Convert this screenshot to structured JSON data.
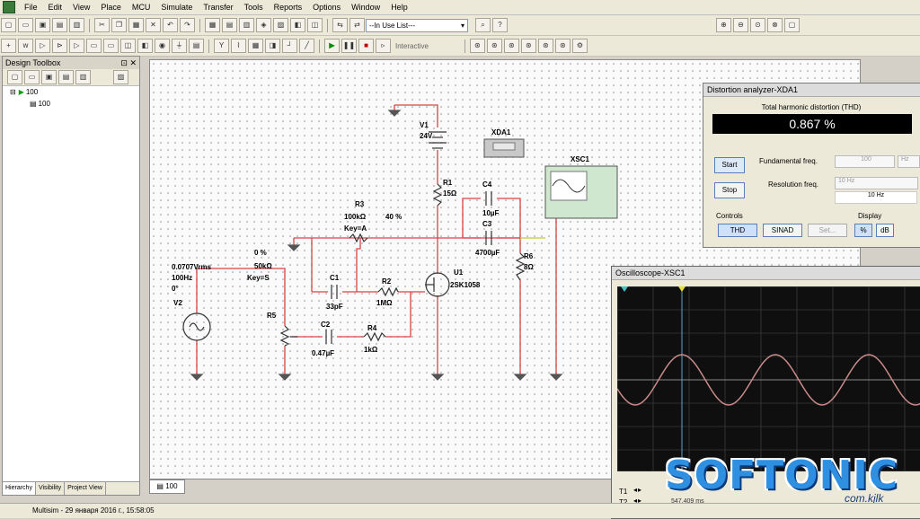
{
  "menu": [
    "File",
    "Edit",
    "View",
    "Place",
    "MCU",
    "Simulate",
    "Transfer",
    "Tools",
    "Reports",
    "Options",
    "Window",
    "Help"
  ],
  "toolbar": {
    "in_use_list": "--In Use List---",
    "interactive_label": "Interactive"
  },
  "toolbox": {
    "title": "Design Toolbox",
    "tree_root": "100",
    "tree_child": "100",
    "tabs": [
      "Hierarchy",
      "Visibility",
      "Project View"
    ]
  },
  "sheet_tab": "100",
  "status_text": "Multisim  -  29 января 2016 г., 15:58:05",
  "circuit": {
    "v1_name": "V1",
    "v1_value": "24V",
    "r1_name": "R1",
    "r1_value": "15Ω",
    "xda_name": "XDA1",
    "xsc_name": "XSC1",
    "c4_name": "C4",
    "c4_value": "10µF",
    "c3_name": "C3",
    "c3_value": "4700µF",
    "r6_name": "R6",
    "r6_value": "8Ω",
    "r3_name": "R3",
    "r3_value": "100kΩ",
    "r3_key": "Key=A",
    "r3_percent": "40 %",
    "r5_percent": "0 %",
    "r5_value": "50kΩ",
    "r5_key": "Key=S",
    "r5_name": "R5",
    "v2_amp": "0.0707Vrms",
    "v2_freq": "100Hz",
    "v2_phase": "0°",
    "v2_name": "V2",
    "c1_name": "C1",
    "c1_value": "33pF",
    "r2_name": "R2",
    "r2_value": "1MΩ",
    "u1_name": "U1",
    "u1_part": "2SK1058",
    "c2_name": "C2",
    "c2_value": "0.47µF",
    "r4_name": "R4",
    "r4_value": "1kΩ"
  },
  "distortion": {
    "title": "Distortion analyzer-XDA1",
    "thd_header": "Total harmonic distortion (THD)",
    "thd_value": "0.867 %",
    "start_label": "Start",
    "stop_label": "Stop",
    "fund_label": "Fundamental freq.",
    "fund_value": "100",
    "fund_unit": "Hz",
    "res_label": "Resolution freq.",
    "res_value": "10 Hz",
    "res_value2": "10 Hz",
    "controls_label": "Controls",
    "display_label": "Display",
    "thd_btn": "THD",
    "sinad_btn": "SINAD",
    "set_btn": "Set...",
    "pct_btn": "%",
    "db_btn": "dB"
  },
  "oscilloscope": {
    "title": "Oscilloscope-XSC1",
    "t1": "T1",
    "t2": "T2",
    "readout1": "547.409 ms"
  },
  "watermark": {
    "brand": "SOFTONIC",
    "sub": "com.kjlk"
  },
  "colors": {
    "wire": "#d64545",
    "trace": "#c98a8a",
    "scope_bg": "#0f0f0f",
    "thd_bg": "#000000",
    "logo": "#2f8fe0"
  },
  "icons": [
    "new-icon",
    "open-icon",
    "save-icon",
    "print-icon",
    "undo-icon",
    "redo-icon",
    "run-icon",
    "pause-icon",
    "stop-icon",
    "zoom-in-icon",
    "zoom-out-icon",
    "zoom-area-icon",
    "zoom-fit-icon",
    "help-icon"
  ]
}
